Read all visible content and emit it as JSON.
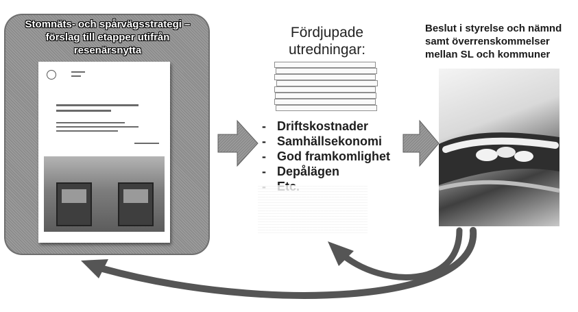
{
  "left_box": {
    "title_lines": [
      "Stomnäts- och spårvägsstrategi –",
      "förslag till etapper utifrån",
      "resenärsnytta"
    ]
  },
  "middle": {
    "heading_lines": [
      "Fördjupade",
      "utredningar:"
    ],
    "items": [
      "Driftskostnader",
      "Samhällsekonomi",
      "God framkomlighet",
      "Depålägen",
      "Etc."
    ]
  },
  "right": {
    "heading_lines": [
      "Beslut i styrelse och nämnd",
      "samt överrenskommelser",
      "mellan SL och kommuner"
    ]
  },
  "colors": {
    "arrow_fill": "#8a8a8a",
    "curve_stroke": "#5a5a5a",
    "panel": "#8c8c8c"
  }
}
